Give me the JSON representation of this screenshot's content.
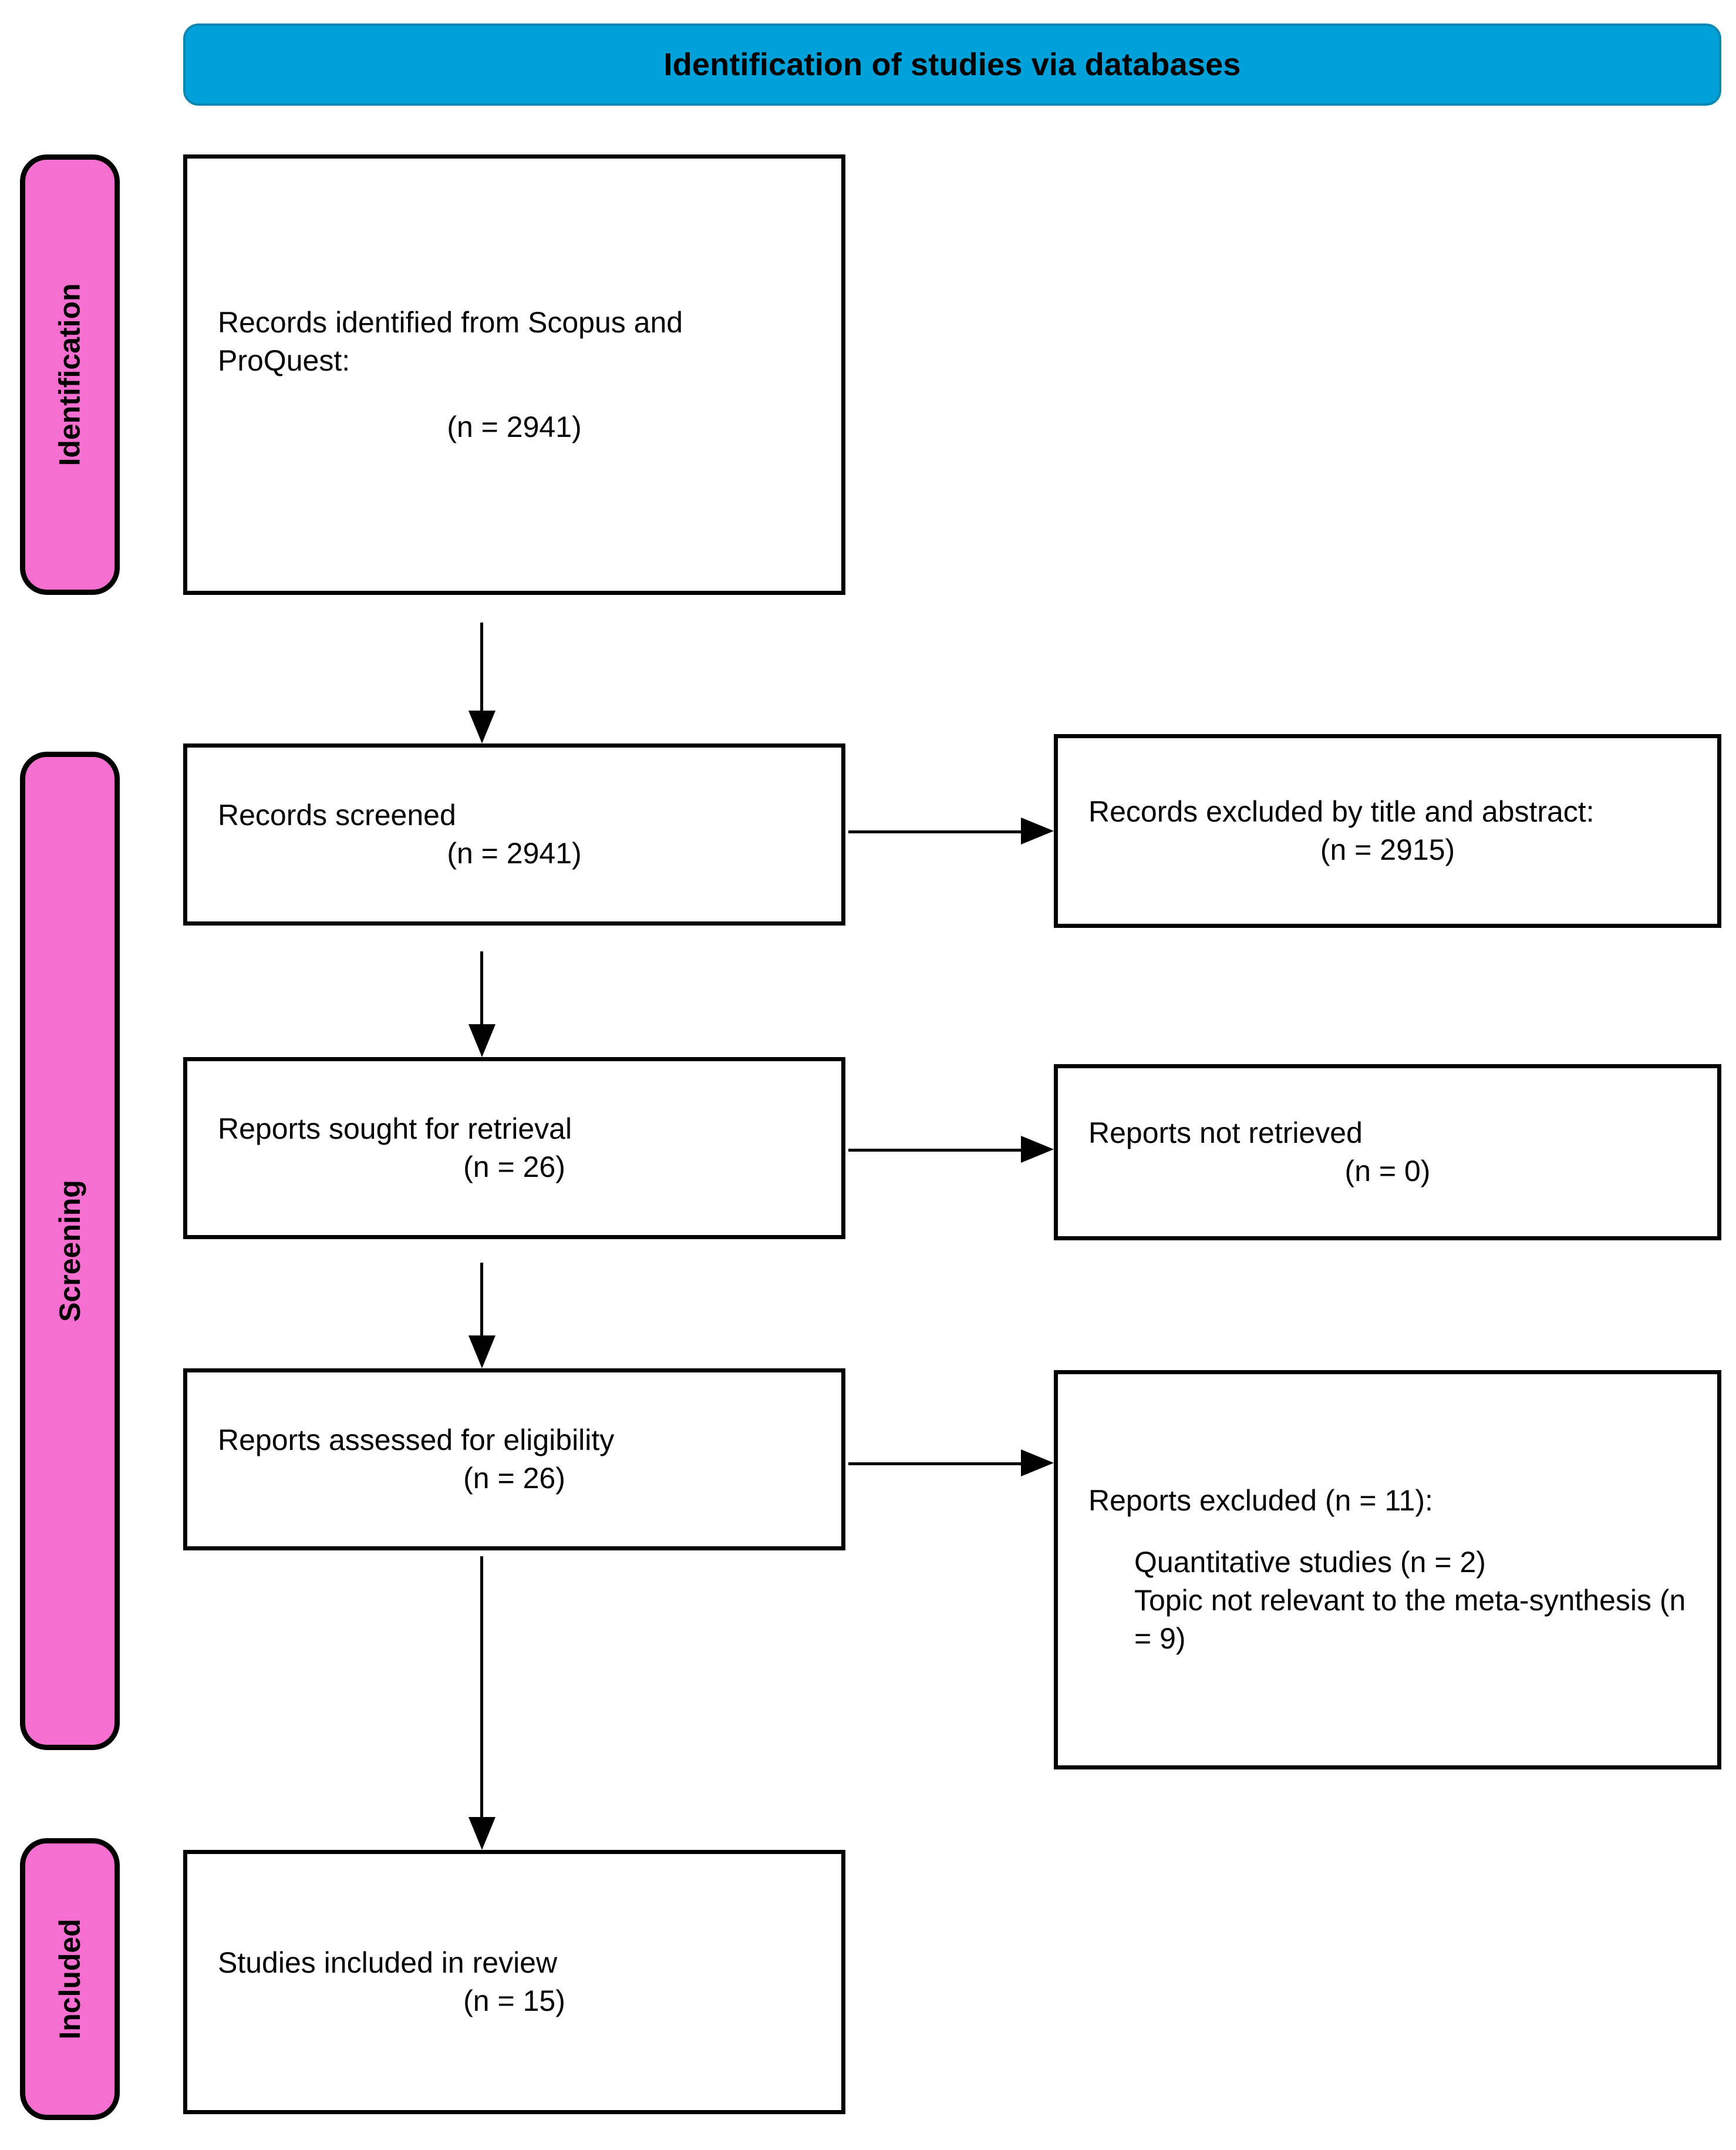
{
  "banner": {
    "title": "Identification of studies via databases",
    "color": "#00A0D8"
  },
  "stages": {
    "identification": "Identification",
    "screening": "Screening",
    "included": "Included",
    "color": "#F46FD0"
  },
  "boxes": {
    "identified": {
      "label": "Records identified from Scopus and ProQuest:",
      "count": "(n = 2941)"
    },
    "screened": {
      "label": "Records screened",
      "count": "(n = 2941)"
    },
    "excluded_title_abstract": {
      "label": "Records excluded by title and abstract:",
      "count": "(n = 2915)"
    },
    "sought": {
      "label": "Reports sought for retrieval",
      "count": "(n = 26)"
    },
    "not_retrieved": {
      "label": "Reports not retrieved",
      "count": "(n = 0)"
    },
    "assessed": {
      "label": "Reports assessed for eligibility",
      "count": "(n = 26)"
    },
    "reports_excluded": {
      "label": "Reports excluded (n = 11):",
      "reasons": "Quantitative studies (n = 2)\nTopic not relevant to the meta-synthesis (n = 9)"
    },
    "included": {
      "label": "Studies included in review",
      "count": "(n = 15)"
    }
  }
}
